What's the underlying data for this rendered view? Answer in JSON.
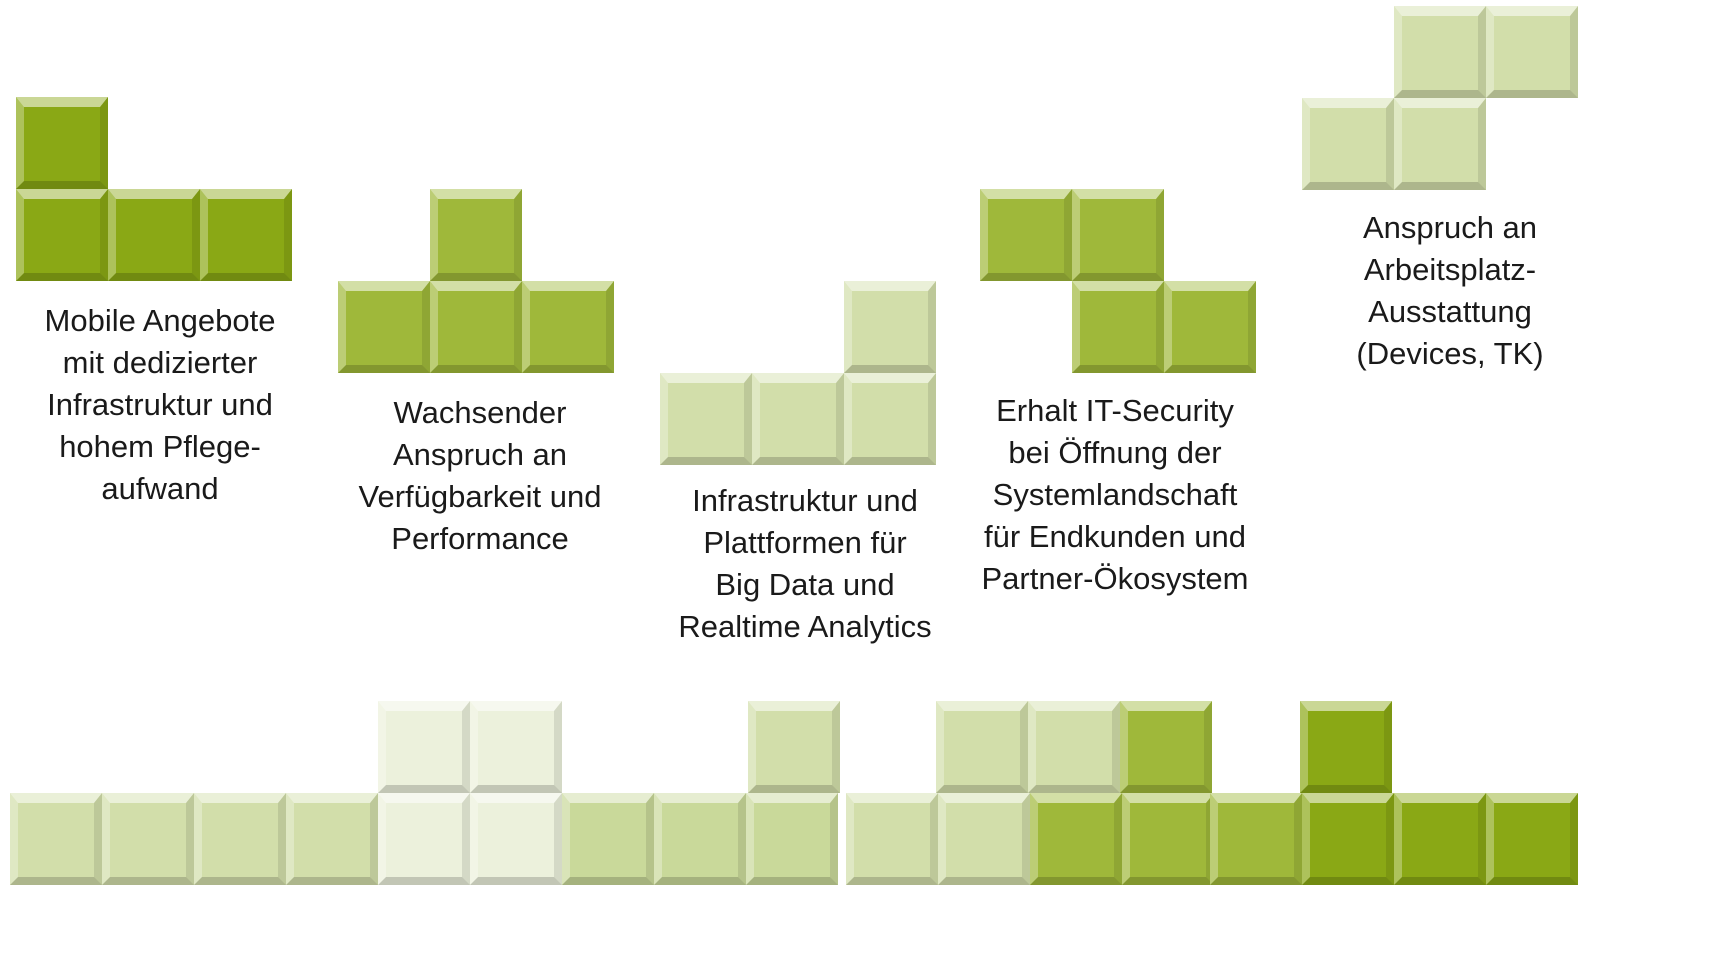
{
  "colors": {
    "dark_green": "#8aa815",
    "medium_green": "#9fb83a",
    "light_green": "#d2deaa",
    "pale_green": "#ecf1dc",
    "soft_green": "#c9d99a"
  },
  "items": [
    {
      "text": "Mobile Angebote\nmit dedizierter\nInfrastruktur und\nhohem Pflege-\naufwand",
      "shape": "L",
      "color": "dark_green"
    },
    {
      "text": "Wachsender\nAnspruch an\nVerfügbarkeit und\nPerformance",
      "shape": "T",
      "color": "medium_green"
    },
    {
      "text": "Infrastruktur und\nPlattformen für\nBig Data und\nRealtime Analytics",
      "shape": "J",
      "color": "light_green"
    },
    {
      "text": "Erhalt IT-Security\nbei Öffnung der\nSystemlandschaft\nfür Endkunden und\nPartner-Ökosystem",
      "shape": "Z",
      "color": "medium_green"
    },
    {
      "text": "Anspruch an\nArbeitsplatz-\nAusstattung\n(Devices, TK)",
      "shape": "S",
      "color": "light_green"
    }
  ],
  "bottom_row_colors": [
    "light_green",
    "light_green",
    "light_green",
    "light_green",
    "pale_green",
    "pale_green",
    "soft_green",
    "soft_green",
    "soft_green",
    "light_green",
    "light_green",
    "medium_green",
    "medium_green",
    "medium_green",
    "dark_green",
    "dark_green",
    "dark_green"
  ],
  "bottom_top_colors": [
    "pale_green",
    "pale_green",
    "light_green",
    "light_green",
    "light_green",
    "medium_green",
    "dark_green"
  ]
}
